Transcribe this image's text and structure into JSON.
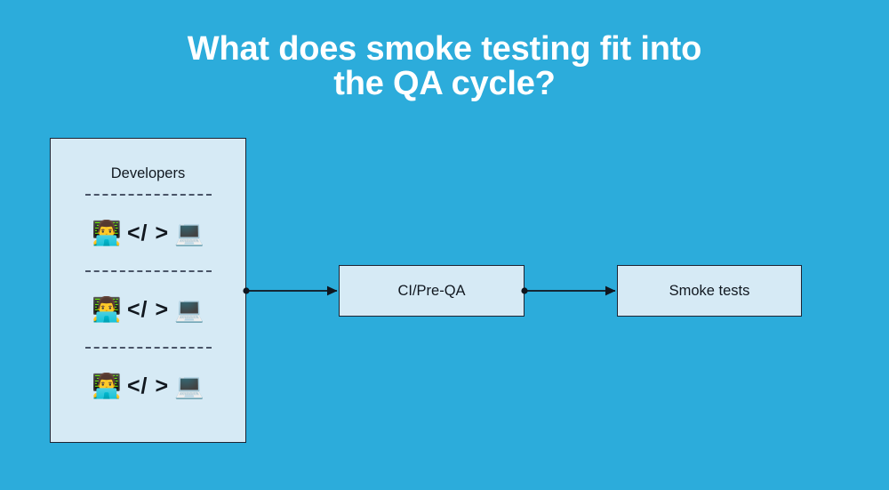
{
  "page": {
    "background_color": "#2cacdb",
    "box_fill_color": "#d6eaf5",
    "box_border_color": "#1d2433",
    "title_color": "#ffffff"
  },
  "title": {
    "text": "What does smoke testing fit into\nthe QA cycle?"
  },
  "diagram": {
    "developers": {
      "label": "Developers",
      "rows": [
        {
          "person_icon": "👨‍💻",
          "code_text": "</ >",
          "laptop_icon": "💻"
        },
        {
          "person_icon": "👨‍💻",
          "code_text": "</ >",
          "laptop_icon": "💻"
        },
        {
          "person_icon": "👨‍💻",
          "code_text": "</ >",
          "laptop_icon": "💻"
        }
      ]
    },
    "nodes": [
      {
        "label": "CI/Pre-QA"
      },
      {
        "label": "Smoke tests"
      }
    ],
    "connectors": [
      {
        "from": "Developers",
        "to": "CI/Pre-QA",
        "style": "dot-to-arrow"
      },
      {
        "from": "CI/Pre-QA",
        "to": "Smoke tests",
        "style": "dot-to-arrow"
      }
    ]
  }
}
